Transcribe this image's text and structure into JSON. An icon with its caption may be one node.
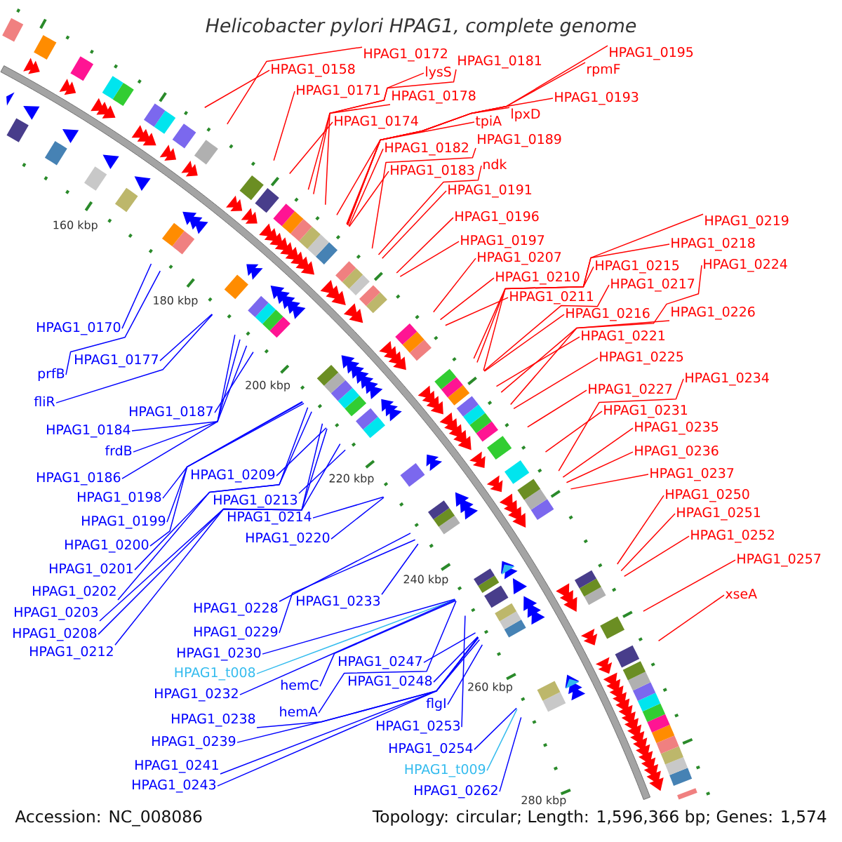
{
  "diagram": {
    "title": "Helicobacter pylori HPAG1, complete genome",
    "nodes": [
      {
        "text": [
          "HPAG1_0172"
        ]
      },
      {
        "text": [
          "HPAG1_0181"
        ]
      },
      {
        "text": [
          "HPAG1_0195"
        ]
      },
      {
        "text": [
          "HPAG1_0158"
        ]
      },
      {
        "text": [
          "lysS"
        ]
      },
      {
        "text": [
          "rpmF"
        ]
      },
      {
        "text": [
          "HPAG1_0171"
        ]
      },
      {
        "text": [
          "HPAG1_0178"
        ]
      },
      {
        "text": [
          "HPAG1_0193"
        ]
      },
      {
        "text": [
          "lpxD"
        ]
      },
      {
        "text": [
          "HPAG1_0174"
        ]
      },
      {
        "text": [
          "tpiA"
        ]
      },
      {
        "text": [
          "HPAG1_0189"
        ]
      },
      {
        "text": [
          "HPAG1_0182"
        ]
      },
      {
        "text": [
          "ndk"
        ]
      },
      {
        "text": [
          "HPAG1_0183"
        ]
      },
      {
        "text": [
          "HPAG1_0191"
        ]
      },
      {
        "text": [
          "HPAG1_0196"
        ]
      },
      {
        "text": [
          "HPAG1_0219"
        ]
      },
      {
        "text": [
          "HPAG1_0197"
        ]
      },
      {
        "text": [
          "HPAG1_0218"
        ]
      },
      {
        "text": [
          "HPAG1_0207"
        ]
      },
      {
        "text": [
          "HPAG1_0215"
        ]
      },
      {
        "text": [
          "HPAG1_0224"
        ]
      },
      {
        "text": [
          "HPAG1_0210"
        ]
      },
      {
        "text": [
          "HPAG1_0217"
        ]
      },
      {
        "text": [
          "HPAG1_0211"
        ]
      },
      {
        "text": [
          "HPAG1_0216"
        ]
      },
      {
        "text": [
          "HPAG1_0226"
        ]
      },
      {
        "text": [
          "HPAG1_0170"
        ]
      },
      {
        "text": [
          "HPAG1_0221"
        ]
      },
      {
        "text": [
          "HPAG1_0177"
        ]
      },
      {
        "text": [
          "HPAG1_0225"
        ]
      },
      {
        "text": [
          "prfB"
        ]
      },
      {
        "text": [
          "HPAG1_0234"
        ]
      },
      {
        "text": [
          "HPAG1_0227"
        ]
      },
      {
        "text": [
          "fliR"
        ]
      },
      {
        "text": [
          "HPAG1_0187"
        ]
      },
      {
        "text": [
          "HPAG1_0231"
        ]
      },
      {
        "text": [
          "HPAG1_0184"
        ]
      },
      {
        "text": [
          "HPAG1_0235"
        ]
      },
      {
        "text": [
          "frdB"
        ]
      },
      {
        "text": [
          "HPAG1_0236"
        ]
      },
      {
        "text": [
          "HPAG1_0186"
        ]
      },
      {
        "text": [
          "HPAG1_0209"
        ]
      },
      {
        "text": [
          "HPAG1_0237"
        ]
      },
      {
        "text": [
          "HPAG1_0198"
        ]
      },
      {
        "text": [
          "HPAG1_0213"
        ]
      },
      {
        "text": [
          "HPAG1_0250"
        ]
      },
      {
        "text": [
          "HPAG1_0199"
        ]
      },
      {
        "text": [
          "HPAG1_0214"
        ]
      },
      {
        "text": [
          "HPAG1_0251"
        ]
      },
      {
        "text": [
          "HPAG1_0200"
        ]
      },
      {
        "text": [
          "HPAG1_0220"
        ]
      },
      {
        "text": [
          "HPAG1_0252"
        ]
      },
      {
        "text": [
          "HPAG1_0201"
        ]
      },
      {
        "text": [
          "HPAG1_0257"
        ]
      },
      {
        "text": [
          "HPAG1_0202"
        ]
      },
      {
        "text": [
          "xseA"
        ]
      },
      {
        "text": [
          "HPAG1_0233"
        ]
      },
      {
        "text": [
          "HPAG1_0228"
        ]
      },
      {
        "text": [
          "HPAG1_0203"
        ]
      },
      {
        "text": [
          "HPAG1_0208"
        ]
      },
      {
        "text": [
          "HPAG1_0229"
        ]
      },
      {
        "text": [
          "HPAG1_0212"
        ]
      },
      {
        "text": [
          "HPAG1_0230"
        ]
      },
      {
        "text": [
          "HPAG1_0247"
        ]
      },
      {
        "text": [
          "HPAG1_t008"
        ]
      },
      {
        "text": [
          "HPAG1_0248"
        ]
      },
      {
        "text": [
          "hemC"
        ]
      },
      {
        "text": [
          "HPAG1_0232"
        ]
      },
      {
        "text": [
          "flgI"
        ]
      },
      {
        "text": [
          "hemA"
        ]
      },
      {
        "text": [
          "HPAG1_0238"
        ]
      },
      {
        "text": [
          "HPAG1_0253"
        ]
      },
      {
        "text": [
          "HPAG1_0239"
        ]
      },
      {
        "text": [
          "HPAG1_0254"
        ]
      },
      {
        "text": [
          "HPAG1_0241"
        ]
      },
      {
        "text": [
          "HPAG1_t009"
        ]
      },
      {
        "text": [
          "HPAG1_0243"
        ]
      },
      {
        "text": [
          "HPAG1_0262"
        ]
      }
    ],
    "edges": [
      {
        "from": 0,
        "to": null,
        "arrow": "none"
      },
      {
        "from": 1,
        "to": null,
        "arrow": "none"
      },
      {
        "from": 2,
        "to": null,
        "arrow": "none"
      },
      {
        "from": 3,
        "to": null,
        "arrow": "none"
      },
      {
        "from": 4,
        "to": null,
        "arrow": "none"
      },
      {
        "from": 5,
        "to": null,
        "arrow": "none"
      },
      {
        "from": 6,
        "to": null,
        "arrow": "none"
      },
      {
        "from": 7,
        "to": null,
        "arrow": "none"
      },
      {
        "from": 8,
        "to": null,
        "arrow": "none"
      },
      {
        "from": 9,
        "to": null,
        "arrow": "none"
      },
      {
        "from": 10,
        "to": null,
        "arrow": "none"
      },
      {
        "from": 11,
        "to": null,
        "arrow": "none"
      },
      {
        "from": 12,
        "to": null,
        "arrow": "none"
      },
      {
        "from": 13,
        "to": null,
        "arrow": "none"
      },
      {
        "from": 14,
        "to": null,
        "arrow": "none"
      },
      {
        "from": 15,
        "to": null,
        "arrow": "none"
      },
      {
        "from": 16,
        "to": null,
        "arrow": "none"
      },
      {
        "from": 17,
        "to": null,
        "arrow": "none"
      },
      {
        "from": 18,
        "to": null,
        "arrow": "none"
      },
      {
        "from": 19,
        "to": null,
        "arrow": "none"
      },
      {
        "from": 20,
        "to": null,
        "arrow": "none"
      },
      {
        "from": 21,
        "to": null,
        "arrow": "none"
      },
      {
        "from": 22,
        "to": null,
        "arrow": "none"
      },
      {
        "from": 23,
        "to": null,
        "arrow": "none"
      },
      {
        "from": 24,
        "to": null,
        "arrow": "none"
      },
      {
        "from": 25,
        "to": null,
        "arrow": "none"
      },
      {
        "from": 26,
        "to": null,
        "arrow": "none"
      },
      {
        "from": 27,
        "to": null,
        "arrow": "none"
      },
      {
        "from": 28,
        "to": null,
        "arrow": "none"
      },
      {
        "from": 29,
        "to": null,
        "arrow": "none",
        "color": "#0000ff"
      },
      {
        "from": 30,
        "to": null,
        "arrow": "none"
      },
      {
        "from": 31,
        "to": null,
        "arrow": "none",
        "color": "#0000ff"
      },
      {
        "from": 32,
        "to": null,
        "arrow": "none"
      },
      {
        "from": 33,
        "to": null,
        "arrow": "none",
        "color": "#0000ff"
      },
      {
        "from": 34,
        "to": null,
        "arrow": "none"
      },
      {
        "from": 35,
        "to": null,
        "arrow": "none"
      },
      {
        "from": 36,
        "to": null,
        "arrow": "none",
        "color": "#0000ff"
      },
      {
        "from": 37,
        "to": null,
        "arrow": "none",
        "color": "#0000ff"
      },
      {
        "from": 38,
        "to": null,
        "arrow": "none"
      },
      {
        "from": 39,
        "to": null,
        "arrow": "none",
        "color": "#0000ff"
      },
      {
        "from": 40,
        "to": null,
        "arrow": "none"
      },
      {
        "from": 41,
        "to": null,
        "arrow": "none",
        "color": "#0000ff"
      },
      {
        "from": 42,
        "to": null,
        "arrow": "none"
      },
      {
        "from": 43,
        "to": null,
        "arrow": "none",
        "color": "#0000ff"
      },
      {
        "from": 44,
        "to": null,
        "arrow": "none",
        "color": "#0000ff"
      },
      {
        "from": 45,
        "to": null,
        "arrow": "none"
      },
      {
        "from": 46,
        "to": null,
        "arrow": "none",
        "color": "#0000ff"
      },
      {
        "from": 47,
        "to": null,
        "arrow": "none",
        "color": "#0000ff"
      },
      {
        "from": 48,
        "to": null,
        "arrow": "none"
      },
      {
        "from": 49,
        "to": null,
        "arrow": "none",
        "color": "#0000ff"
      },
      {
        "from": 50,
        "to": null,
        "arrow": "none",
        "color": "#0000ff"
      },
      {
        "from": 51,
        "to": null,
        "arrow": "none"
      },
      {
        "from": 52,
        "to": null,
        "arrow": "none",
        "color": "#0000ff"
      },
      {
        "from": 53,
        "to": null,
        "arrow": "none",
        "color": "#0000ff"
      },
      {
        "from": 54,
        "to": null,
        "arrow": "none"
      },
      {
        "from": 55,
        "to": null,
        "arrow": "none",
        "color": "#0000ff"
      },
      {
        "from": 56,
        "to": null,
        "arrow": "none"
      },
      {
        "from": 57,
        "to": null,
        "arrow": "none",
        "color": "#0000ff"
      },
      {
        "from": 58,
        "to": null,
        "arrow": "none"
      },
      {
        "from": 59,
        "to": null,
        "arrow": "none",
        "color": "#0000ff"
      },
      {
        "from": 60,
        "to": null,
        "arrow": "none",
        "color": "#0000ff"
      },
      {
        "from": 61,
        "to": null,
        "arrow": "none",
        "color": "#0000ff"
      },
      {
        "from": 62,
        "to": null,
        "arrow": "none",
        "color": "#0000ff"
      },
      {
        "from": 63,
        "to": null,
        "arrow": "none",
        "color": "#0000ff"
      },
      {
        "from": 64,
        "to": null,
        "arrow": "none",
        "color": "#0000ff"
      },
      {
        "from": 65,
        "to": null,
        "arrow": "none",
        "color": "#0000ff"
      },
      {
        "from": 66,
        "to": null,
        "arrow": "none",
        "color": "#0000ff"
      },
      {
        "from": 67,
        "to": null,
        "arrow": "none",
        "color": "#33bbee"
      },
      {
        "from": 68,
        "to": null,
        "arrow": "none",
        "color": "#0000ff"
      },
      {
        "from": 69,
        "to": null,
        "arrow": "none",
        "color": "#0000ff"
      },
      {
        "from": 70,
        "to": null,
        "arrow": "none",
        "color": "#0000ff"
      },
      {
        "from": 71,
        "to": null,
        "arrow": "none",
        "color": "#0000ff"
      },
      {
        "from": 72,
        "to": null,
        "arrow": "none",
        "color": "#0000ff"
      },
      {
        "from": 73,
        "to": null,
        "arrow": "none",
        "color": "#0000ff"
      },
      {
        "from": 74,
        "to": null,
        "arrow": "none",
        "color": "#0000ff"
      },
      {
        "from": 75,
        "to": null,
        "arrow": "none",
        "color": "#0000ff"
      },
      {
        "from": 76,
        "to": null,
        "arrow": "none",
        "color": "#0000ff"
      },
      {
        "from": 77,
        "to": null,
        "arrow": "none",
        "color": "#0000ff"
      },
      {
        "from": 78,
        "to": null,
        "arrow": "none",
        "color": "#33bbee"
      },
      {
        "from": 79,
        "to": null,
        "arrow": "none",
        "color": "#0000ff"
      },
      {
        "from": 80,
        "to": null,
        "arrow": "none",
        "color": "#0000ff"
      }
    ],
    "labels": [
      "160 kbp",
      "180 kbp",
      "200 kbp",
      "220 kbp",
      "240 kbp",
      "260 kbp",
      "280 kbp",
      "Accession: NC_008086",
      "Topology: circular; Length: 1,596,366 bp; Genes: 1,574"
    ]
  }
}
